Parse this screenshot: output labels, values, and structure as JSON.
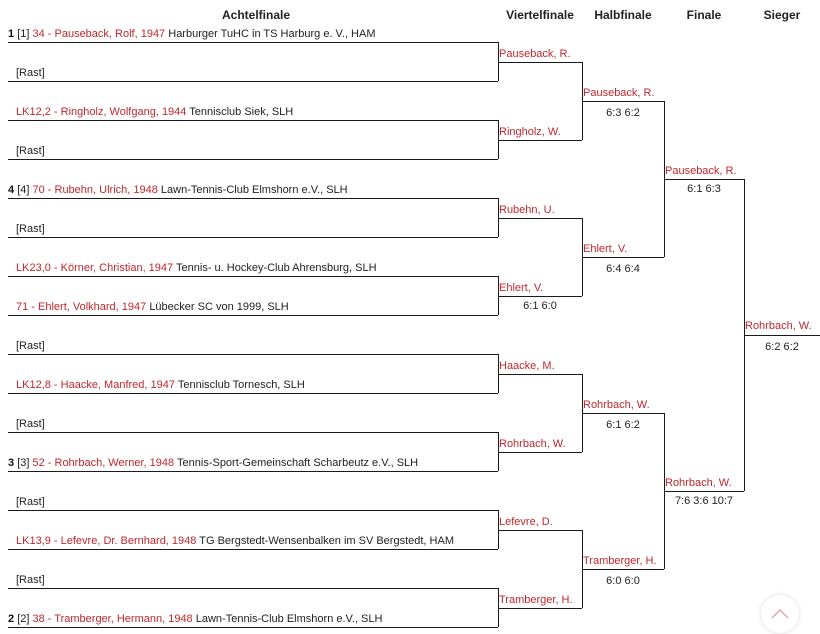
{
  "headers": [
    "Achtelfinale",
    "Viertelfinale",
    "Halbfinale",
    "Finale",
    "Sieger"
  ],
  "colors": {
    "accent": "#c1272d",
    "text": "#222222",
    "line": "#1a1a1a"
  },
  "entries": [
    {
      "seed": "1",
      "seed_bracket": "[1]",
      "name": "34 - Pauseback, Rolf, 1947",
      "club": "Harburger TuHC in TS Harburg e. V., HAM"
    },
    {
      "seed": "",
      "seed_bracket": "",
      "name": "",
      "club": "[Rast]"
    },
    {
      "seed": "",
      "seed_bracket": "",
      "name": "LK12,2 - Ringholz, Wolfgang, 1944",
      "club": "Tennisclub Siek, SLH"
    },
    {
      "seed": "",
      "seed_bracket": "",
      "name": "",
      "club": "[Rast]"
    },
    {
      "seed": "4",
      "seed_bracket": "[4]",
      "name": "70 - Rubehn, Ulrich, 1948",
      "club": "Lawn-Tennis-Club Elmshorn e.V., SLH"
    },
    {
      "seed": "",
      "seed_bracket": "",
      "name": "",
      "club": "[Rast]"
    },
    {
      "seed": "",
      "seed_bracket": "",
      "name": "LK23,0 - Körner, Christian, 1947",
      "club": "Tennis- u. Hockey-Club Ahrensburg, SLH"
    },
    {
      "seed": "",
      "seed_bracket": "",
      "name": "71 - Ehlert, Volkhard, 1947",
      "club": "Lübecker SC von 1999, SLH"
    },
    {
      "seed": "",
      "seed_bracket": "",
      "name": "",
      "club": "[Rast]"
    },
    {
      "seed": "",
      "seed_bracket": "",
      "name": "LK12,8 - Haacke, Manfred, 1947",
      "club": "Tennisclub Tornesch, SLH"
    },
    {
      "seed": "",
      "seed_bracket": "",
      "name": "",
      "club": "[Rast]"
    },
    {
      "seed": "3",
      "seed_bracket": "[3]",
      "name": "52 - Rohrbach, Werner, 1948",
      "club": "Tennis-Sport-Gemeinschaft Scharbeutz e.V., SLH"
    },
    {
      "seed": "",
      "seed_bracket": "",
      "name": "",
      "club": "[Rast]"
    },
    {
      "seed": "",
      "seed_bracket": "",
      "name": "LK13,9 - Lefevre, Dr. Bernhard, 1948",
      "club": "TG Bergstedt-Wensenbalken im SV Bergstedt, HAM"
    },
    {
      "seed": "",
      "seed_bracket": "",
      "name": "",
      "club": "[Rast]"
    },
    {
      "seed": "2",
      "seed_bracket": "[2]",
      "name": "38 - Tramberger, Hermann, 1948",
      "club": "Lawn-Tennis-Club Elmshorn e.V., SLH"
    }
  ],
  "viertelfinale": [
    {
      "name": "Pauseback, R.",
      "score": ""
    },
    {
      "name": "Ringholz, W.",
      "score": ""
    },
    {
      "name": "Rubehn, U.",
      "score": ""
    },
    {
      "name": "Ehlert, V.",
      "score": "6:1 6:0"
    },
    {
      "name": "Haacke, M.",
      "score": ""
    },
    {
      "name": "Rohrbach, W.",
      "score": ""
    },
    {
      "name": "Lefevre, D.",
      "score": ""
    },
    {
      "name": "Tramberger, H.",
      "score": ""
    }
  ],
  "halbfinale": [
    {
      "name": "Pauseback, R.",
      "score": "6:3 6:2"
    },
    {
      "name": "Ehlert, V.",
      "score": "6:4 6:4"
    },
    {
      "name": "Rohrbach, W.",
      "score": "6:1 6:2"
    },
    {
      "name": "Tramberger, H.",
      "score": "6:0 6:0"
    }
  ],
  "finale": [
    {
      "name": "Pauseback, R.",
      "score": "6:1 6:3"
    },
    {
      "name": "Rohrbach, W.",
      "score": "7:6 3:6 10:7"
    }
  ],
  "sieger": {
    "name": "Rohrbach, W.",
    "score": "6:2 6:2"
  },
  "scroll_top_icon": "chevron-up-icon"
}
